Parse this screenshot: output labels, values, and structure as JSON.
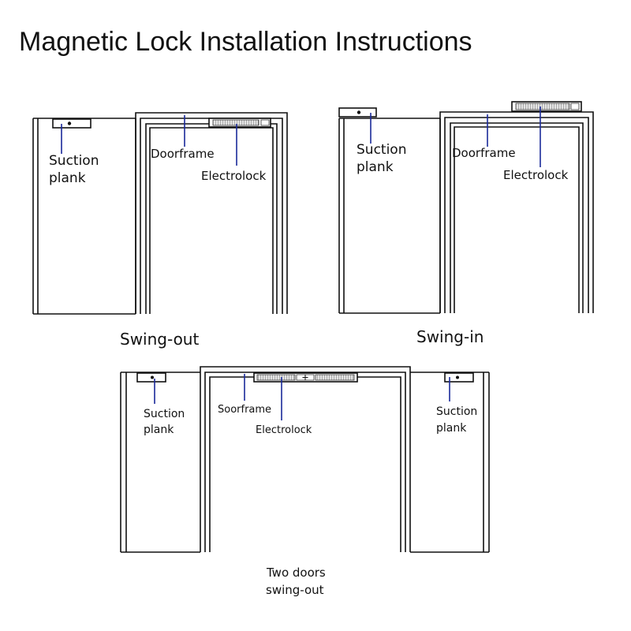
{
  "title": "Magnetic Lock Installation Instructions",
  "colors": {
    "line": "#111111",
    "pointer": "#1a2a9a",
    "lock_fill": "#dddddd"
  },
  "swing_out": {
    "caption": "Swing-out",
    "suction_line1": "Suction",
    "suction_line2": "plank",
    "doorframe": "Doorframe",
    "electrolock": "Electrolock"
  },
  "swing_in": {
    "caption": "Swing-in",
    "suction_line1": "Suction",
    "suction_line2": "plank",
    "doorframe": "Doorframe",
    "electrolock": "Electrolock"
  },
  "two_doors": {
    "caption_line1": "Two doors",
    "caption_line2": "swing-out",
    "left_suction_line1": "Suction",
    "left_suction_line2": "plank",
    "doorframe": "Soorframe",
    "electrolock": "Electrolock",
    "right_suction_line1": "Suction",
    "right_suction_line2": "plank"
  }
}
